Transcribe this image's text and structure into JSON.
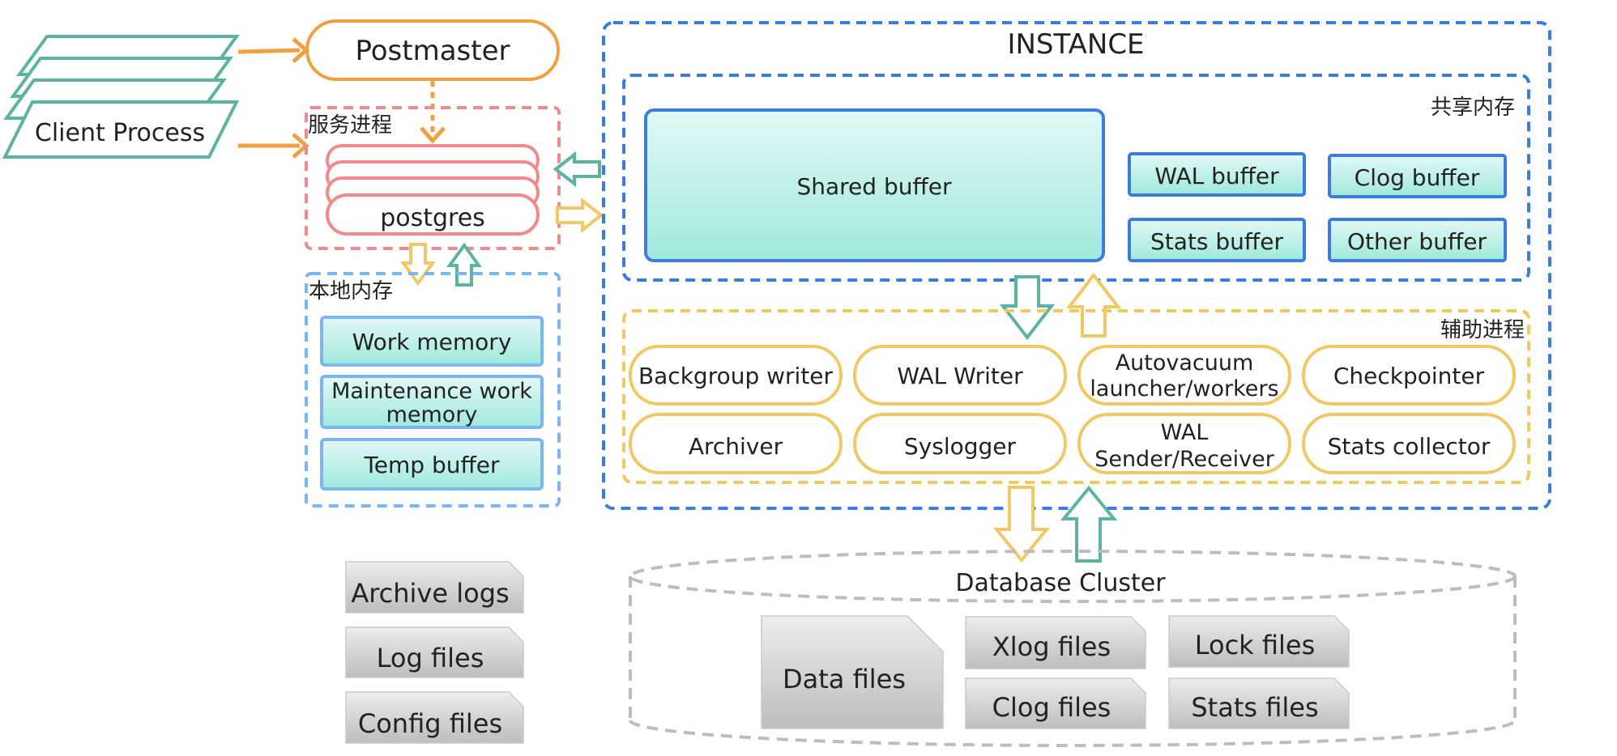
{
  "client": {
    "label": "Client Process"
  },
  "postmaster": {
    "label": "Postmaster"
  },
  "service_process": {
    "title": "服务进程",
    "backend": "postgres"
  },
  "local_memory": {
    "title": "本地内存",
    "items": [
      "Work memory",
      "Maintenance work",
      "memory",
      "Temp buffer"
    ]
  },
  "instance": {
    "title": "INSTANCE",
    "shared_memory": {
      "title": "共享内存",
      "shared_buffer": "Shared buffer",
      "buffers": [
        "WAL buffer",
        "Clog buffer",
        "Stats buffer",
        "Other buffer"
      ]
    },
    "aux_process": {
      "title": "辅助进程",
      "items": [
        "Backgroup writer",
        "WAL Writer",
        "Autovacuum",
        "launcher/workers",
        "Checkpointer",
        "Archiver",
        "Syslogger",
        "WAL",
        "Sender/Receiver",
        "Stats collector"
      ]
    }
  },
  "left_files": [
    "Archive logs",
    "Log files",
    "Config files"
  ],
  "database_cluster": {
    "title": "Database Cluster",
    "files": [
      "Data files",
      "Xlog files",
      "Lock files",
      "Clog files",
      "Stats files"
    ]
  },
  "colors": {
    "orange": "#f0a040",
    "teal": "#5cb4a0",
    "red_pink": "#f08a8f",
    "instance_blue": "#3b7ddd",
    "local_blue": "#7cb6f2",
    "aux_yellow": "#f2c865",
    "file_gray": "#bdbdbd"
  }
}
